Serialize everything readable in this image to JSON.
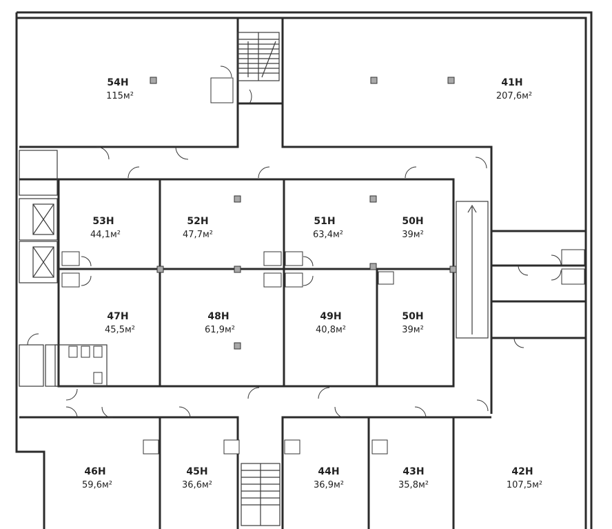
{
  "rooms": [
    {
      "id": "54",
      "name": "54Н",
      "area": "115м²"
    },
    {
      "id": "41",
      "name": "41Н",
      "area": "207,6м²"
    },
    {
      "id": "53",
      "name": "53Н",
      "area": "44,1м²"
    },
    {
      "id": "52",
      "name": "52Н",
      "area": "47,7м²"
    },
    {
      "id": "51",
      "name": "51Н",
      "area": "63,4м²"
    },
    {
      "id": "50a",
      "name": "50Н",
      "area": "39м²"
    },
    {
      "id": "47",
      "name": "47Н",
      "area": "45,5м²"
    },
    {
      "id": "48",
      "name": "48Н",
      "area": "61,9м²"
    },
    {
      "id": "49",
      "name": "49Н",
      "area": "40,8м²"
    },
    {
      "id": "50b",
      "name": "50Н",
      "area": "39м²"
    },
    {
      "id": "46",
      "name": "46Н",
      "area": "59,6м²"
    },
    {
      "id": "45",
      "name": "45Н",
      "area": "36,6м²"
    },
    {
      "id": "44",
      "name": "44Н",
      "area": "36,9м²"
    },
    {
      "id": "43",
      "name": "43Н",
      "area": "35,8м²"
    },
    {
      "id": "42",
      "name": "42Н",
      "area": "107,5м²"
    }
  ]
}
